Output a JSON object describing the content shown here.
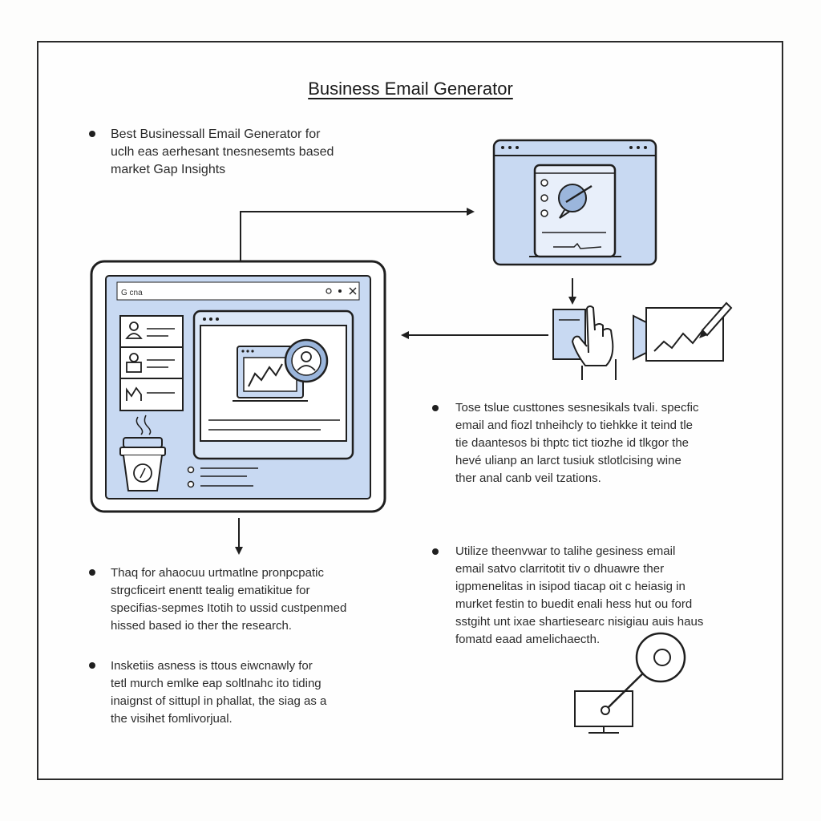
{
  "title": "Business Email Generator",
  "sections": {
    "intro": {
      "lines": [
        "Best Businessall Email Generator for",
        "uclh eas aerhesant tnesnesemts based",
        "market Gap Insights"
      ]
    },
    "customers": {
      "lines": [
        "Tose tslue custtones sesnesikals tvali. specfic",
        "email and fiozl tnheihcly to tiehkke it teind tle",
        "tie daantesos bi thptc tict tiozhe id tlkgor the",
        "hevé ulianp an larct tusiuk stlotlcising wine",
        "ther anal canb veil tzations."
      ]
    },
    "utilize": {
      "lines": [
        "Utilize theenvwar to talihe gesiness email",
        "email satvo clarritotit tiv o dhuawre ther",
        "igpmenelitas in isipod tiacap oit c heiasig in",
        "murket festin to buedit enali hess hut ou ford",
        "sstgiht unt ixae shartiesearc nisigiau auis haus",
        "fomatd eaad amelichaecth."
      ]
    },
    "thaq": {
      "lines": [
        "Thaq for ahaocuu urtmatlne pronpcpatic",
        "strgcficeirt enentt tealig ematikitue for",
        "specifias-sepmes Itotih to ussid custpenmed",
        "hissed based io ther the research."
      ]
    },
    "insketi": {
      "lines": [
        "Insketiis asness is ttous eiwcnawly for",
        "tetl murch emlke eap soltlnahc ito tiding",
        "inaignst of sittupl in phallat, the siag as a",
        "the visihet fomlivorjual."
      ]
    }
  },
  "browser_bar": {
    "label": "G cna"
  },
  "icons": [
    "monitor-chat-icon",
    "arrow-right-icon",
    "arrow-down-icon",
    "hand-pointer-icon",
    "chart-pen-icon",
    "arrow-left-icon",
    "tablet-dashboard-icon",
    "user-card-icon",
    "coffee-cup-icon",
    "line-chart-icon",
    "avatar-icon",
    "magnifier-monitor-icon"
  ],
  "colors": {
    "panel_fill": "#c8d9f2",
    "panel_fill_light": "#dbe7f7",
    "stroke": "#1f1f1f",
    "background": "#fefefe"
  }
}
